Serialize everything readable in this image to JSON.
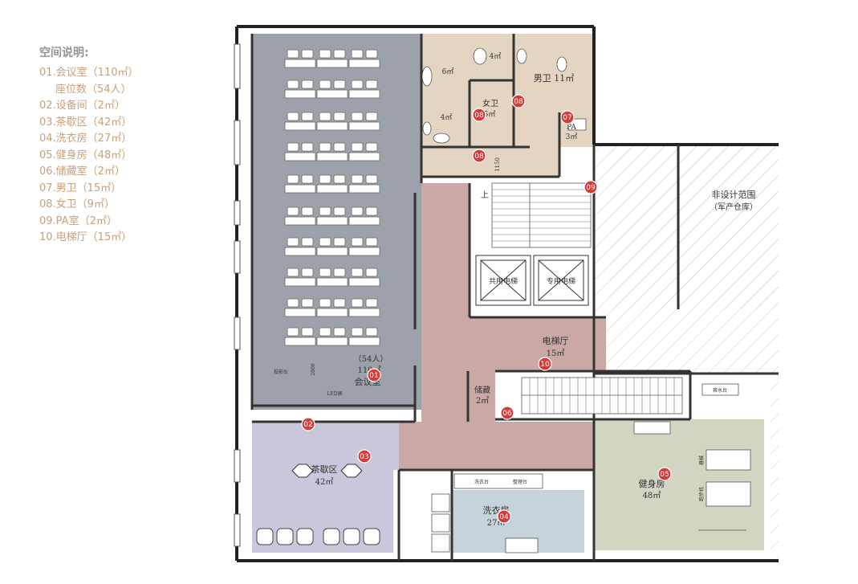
{
  "legend": {
    "title": "空间说明:",
    "items": [
      "01.会议室（110㎡）",
      "座位数（54人）",
      "02.设备间（2㎡）",
      "03.茶歇区（42㎡）",
      "04.洗衣房（27㎡）",
      "05.健身房（48㎡）",
      "06.储藏室（2㎡）",
      "07.男卫（15㎡）",
      "08.女卫（9㎡）",
      "09.PA室（2㎡）",
      "10.电梯厅（15㎡）"
    ]
  },
  "rooms": {
    "meeting_seats": "（54人）",
    "meeting_area": "110㎡",
    "meeting_name": "会议室",
    "lobby_name": "电梯厅",
    "lobby_area": "15㎡",
    "tea_name": "茶歇区",
    "tea_area": "42㎡",
    "laundry_name": "洗衣房",
    "laundry_area": "27㎡",
    "gym_name": "健身房",
    "gym_area": "48㎡",
    "storage_name": "储藏",
    "storage_area": "2㎡",
    "mens_wc": "男卫 11㎡",
    "womens_name": "女卫",
    "womens_area": "5㎡",
    "pa": "PA",
    "pa_area": "3㎡",
    "wc_6": "6㎡",
    "wc_4a": "4㎡",
    "wc_4b": "4㎡",
    "nondesign": "非设计范围",
    "nondesign_sub": "（军产仓库）",
    "lift_shared": "共用电梯",
    "lift_private": "专用电梯",
    "stair_up": "上",
    "dim_1150": "1150",
    "dim_2800": "2800",
    "led": "LED屏",
    "projector": "投影仪",
    "gym_label_1": "器械",
    "gym_label_2": "跑步机",
    "washer_1": "洗衣台",
    "washer_2": "整理台",
    "tea_side": "茶水台"
  },
  "markers": [
    "01",
    "02",
    "03",
    "04",
    "05",
    "06",
    "07",
    "08",
    "08",
    "08",
    "09",
    "10"
  ],
  "colors": {
    "meeting": "#9da1aa",
    "lobby": "#c9a8a5",
    "tea": "#c9c7dc",
    "laundry": "#c7d3da",
    "gym": "#d2d5c2",
    "wc": "#e3d5c2",
    "marker": "#d83a3a",
    "legend_text": "#c8a07a"
  }
}
